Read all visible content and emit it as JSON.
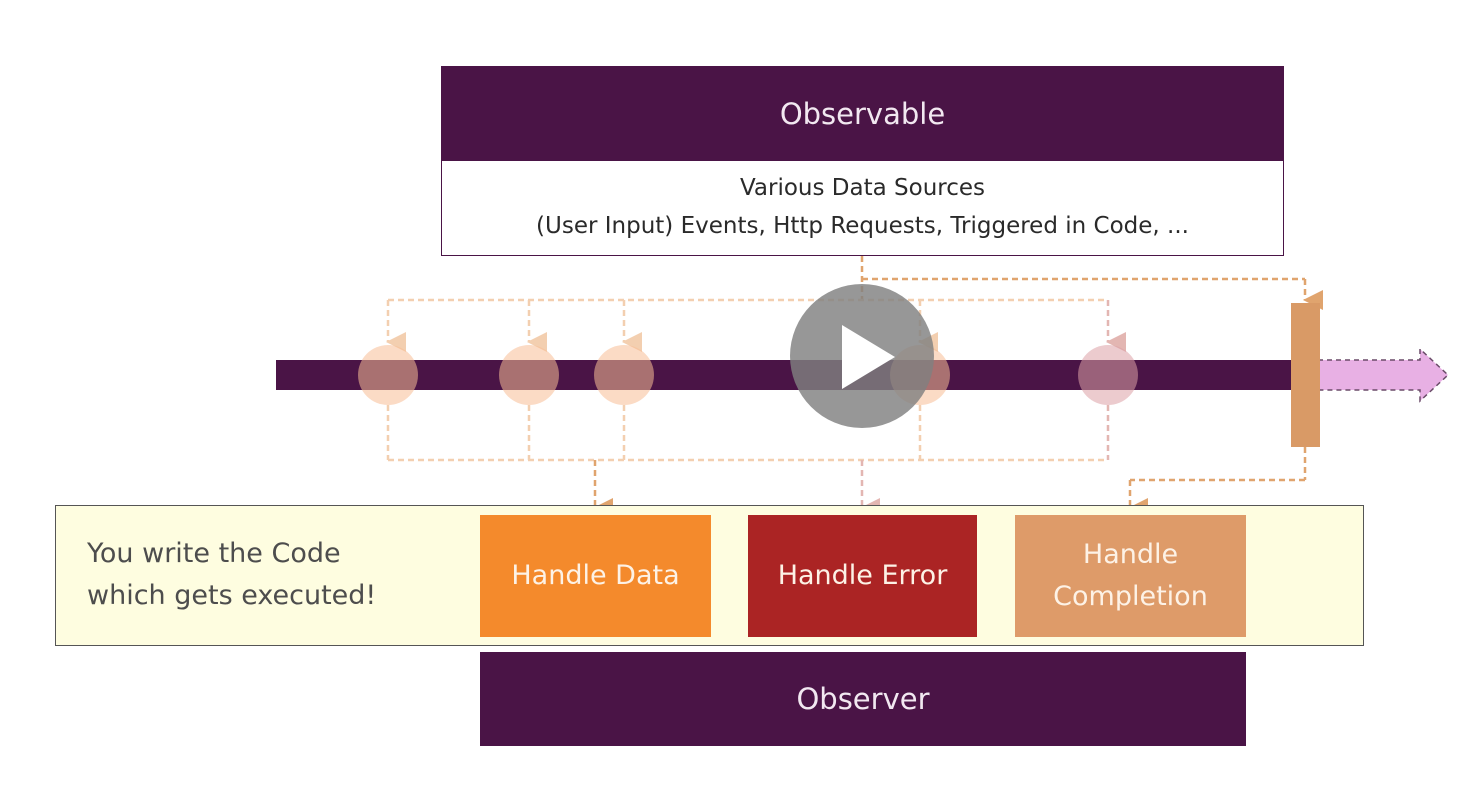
{
  "observable": {
    "title": "Observable",
    "sources_line1": "Various Data Sources",
    "sources_line2": "(User Input) Events, Http Requests, Triggered in Code, ..."
  },
  "code_panel": {
    "caption_line1": "You write the Code",
    "caption_line2": "which gets executed!"
  },
  "handlers": {
    "data": "Handle Data",
    "error": "Handle Error",
    "completion_line1": "Handle",
    "completion_line2": "Completion"
  },
  "observer": {
    "title": "Observer"
  },
  "colors": {
    "dark_purple": "#4a1446",
    "orange": "#f48a2c",
    "red": "#ab2424",
    "tan": "#de9b69",
    "light_yellow": "#fefde0",
    "pink_arrow": "#e8b0e4",
    "dashed_line": "#f3cfb0",
    "play_button": "#8a8a8a"
  },
  "icons": {
    "play": "play-icon"
  }
}
